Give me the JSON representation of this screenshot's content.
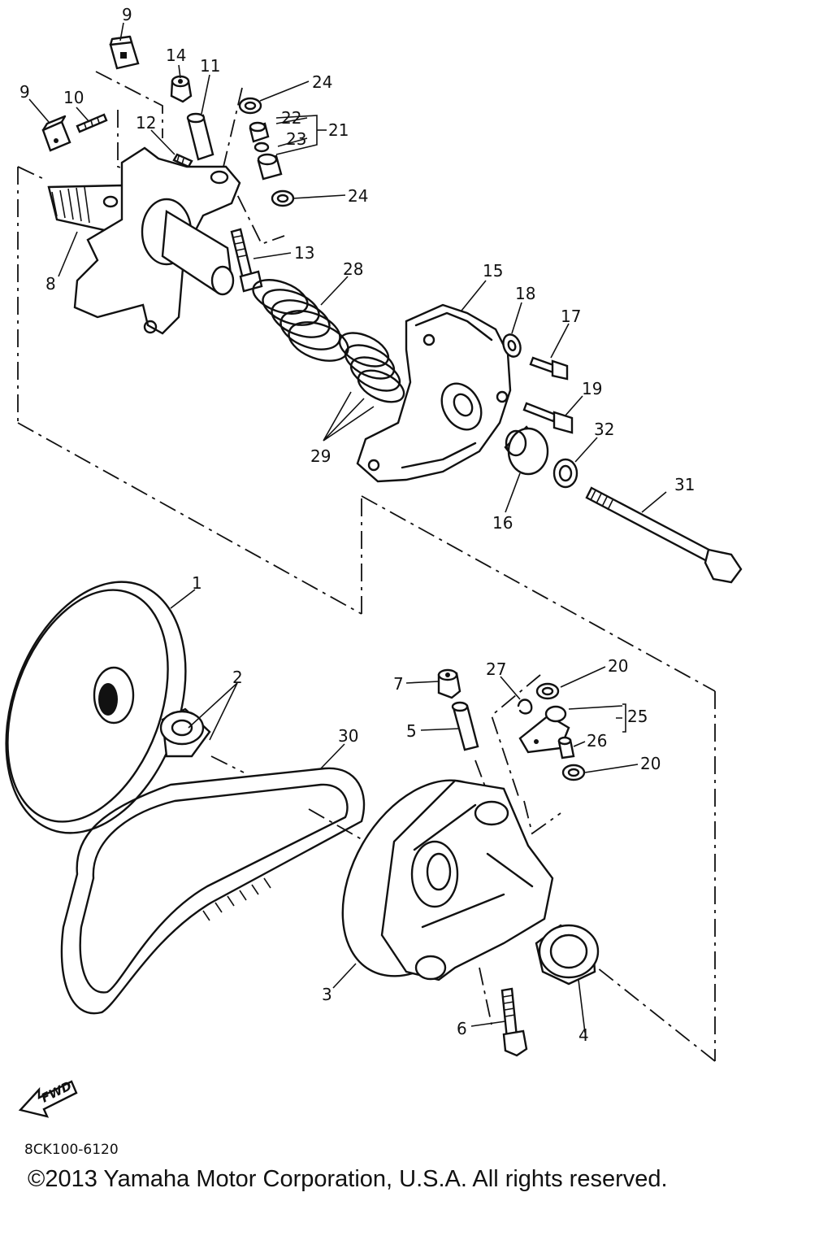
{
  "document": {
    "code": "8CK100-6120",
    "copyright": "©2013 Yamaha Motor Corporation, U.S.A. All rights reserved."
  },
  "direction_arrow": {
    "label": "FWD"
  },
  "callouts": {
    "c1": "1",
    "c2": "2",
    "c3": "3",
    "c4": "4",
    "c5": "5",
    "c6": "6",
    "c7": "7",
    "c8": "8",
    "c9a": "9",
    "c9b": "9",
    "c10": "10",
    "c11": "11",
    "c12": "12",
    "c13": "13",
    "c14": "14",
    "c15": "15",
    "c16": "16",
    "c17": "17",
    "c18": "18",
    "c19": "19",
    "c20a": "20",
    "c20b": "20",
    "c21": "21",
    "c22": "22",
    "c23": "23",
    "c24a": "24",
    "c24b": "24",
    "c25": "25",
    "c26": "26",
    "c27": "27",
    "c28": "28",
    "c29": "29",
    "c30": "30",
    "c31": "31",
    "c32": "32"
  }
}
